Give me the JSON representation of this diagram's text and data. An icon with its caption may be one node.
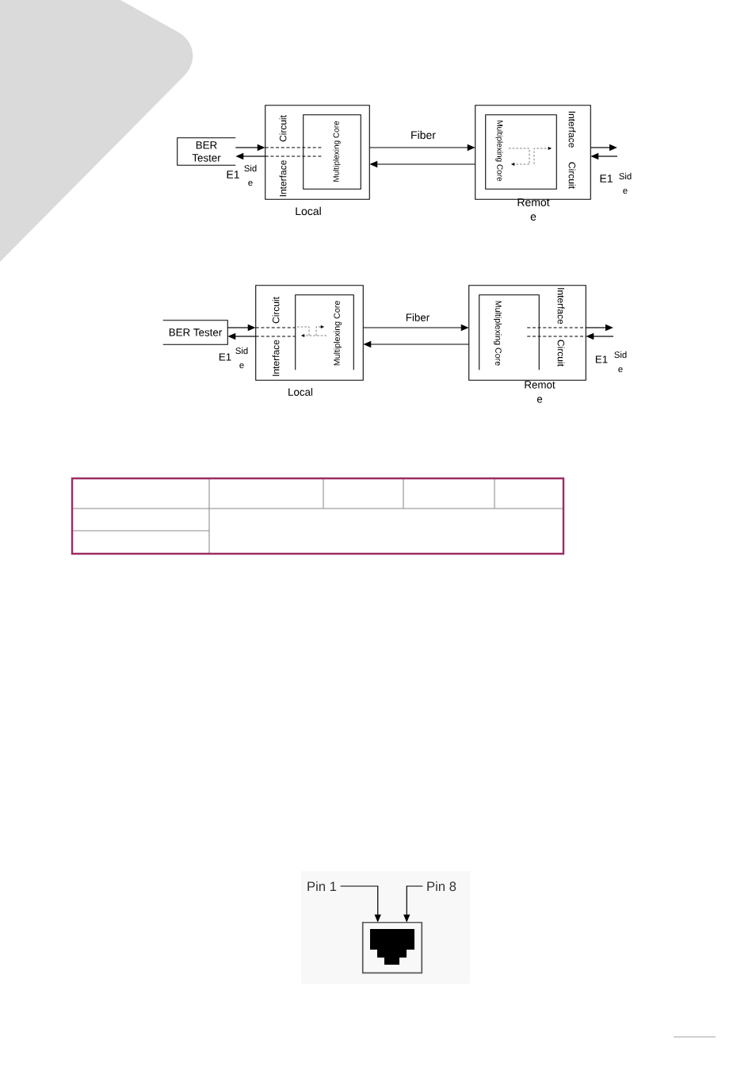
{
  "diagram": {
    "nodes": [
      {
        "text": [
          "BER Tester"
        ]
      },
      {
        "text": [
          "Interface",
          "Circuit"
        ],
        "beside": [
          "Local"
        ]
      },
      {
        "text": [
          "Multiplexing Core"
        ],
        "in": 1
      },
      {
        "text": [
          "Interface",
          "Circuit"
        ],
        "beside": [
          "Remot e"
        ]
      },
      {
        "text": [
          "Multiplexing Core"
        ],
        "in": 3
      },
      {
        "text": [
          "BER Tester"
        ]
      },
      {
        "text": [
          "Interface",
          "Circuit"
        ],
        "beside": [
          "Local"
        ]
      },
      {
        "text": [
          "Multiplexing Core"
        ],
        "in": 6
      },
      {
        "text": [
          "Interface",
          "Circuit"
        ],
        "beside": [
          "Remot e"
        ]
      },
      {
        "text": [
          "Multiplexing Core"
        ],
        "in": 8
      },
      {
        "text": [
          "Pin 1"
        ]
      },
      {
        "text": [
          "Pin 8"
        ]
      },
      {
        "text": [],
        "shape": "picture"
      }
    ],
    "edges": [
      {
        "from": 0,
        "to": 1,
        "arrow": "to"
      },
      {
        "from": 1,
        "to": 0,
        "arrow": "to"
      },
      {
        "from": 1,
        "to": 2,
        "arrow": "none",
        "style": "dashed"
      },
      {
        "from": 1,
        "to": 2,
        "arrow": "none",
        "style": "dashed"
      },
      {
        "from": 1,
        "to": 3,
        "arrow": "to",
        "label": "Fiber"
      },
      {
        "from": 3,
        "to": 1,
        "arrow": "to"
      },
      {
        "from": 3,
        "to": null,
        "arrow": "to"
      },
      {
        "from": null,
        "to": 3,
        "arrow": "to"
      },
      {
        "from": 5,
        "to": 6,
        "arrow": "to"
      },
      {
        "from": 6,
        "to": 5,
        "arrow": "to"
      },
      {
        "from": 6,
        "to": 7,
        "arrow": "none",
        "style": "dashed"
      },
      {
        "from": 6,
        "to": 7,
        "arrow": "none",
        "style": "dashed"
      },
      {
        "from": 6,
        "to": 8,
        "arrow": "to",
        "label": "Fiber"
      },
      {
        "from": 8,
        "to": 6,
        "arrow": "to"
      },
      {
        "from": 9,
        "to": 8,
        "arrow": "none",
        "style": "dashed"
      },
      {
        "from": 9,
        "to": 8,
        "arrow": "none",
        "style": "dashed"
      },
      {
        "from": 8,
        "to": null,
        "arrow": "to"
      },
      {
        "from": null,
        "to": 8,
        "arrow": "to"
      },
      {
        "from": 10,
        "to": 12,
        "arrow": "to"
      },
      {
        "from": 11,
        "to": 12,
        "arrow": "to"
      }
    ],
    "labels": [
      "E1",
      "Sid e",
      "E1",
      "Sid e",
      "E1",
      "Sid e",
      "E1",
      "Sid e"
    ]
  }
}
